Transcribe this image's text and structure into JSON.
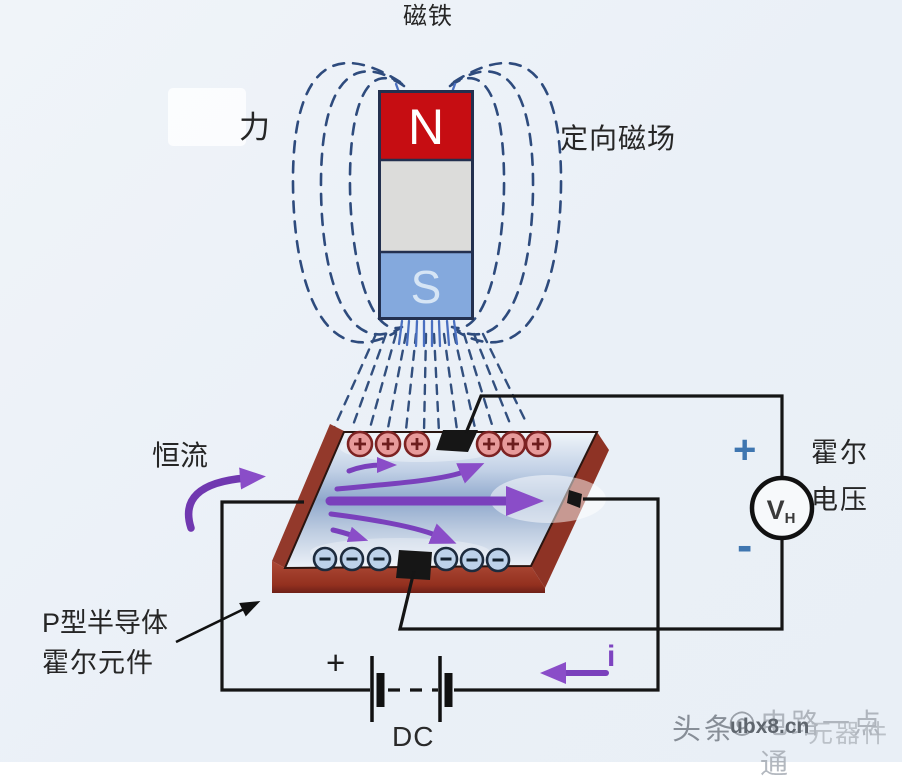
{
  "labels": {
    "magnet": "磁铁",
    "force": "力",
    "directional_field": "定向磁场",
    "constant_current": "恒流",
    "hall_voltage_line1": "霍尔",
    "hall_voltage_line2": "电压",
    "semiconductor_line1": "P型半导体",
    "semiconductor_line2": "霍尔元件",
    "dc_supply": "DC",
    "current_symbol": "i",
    "voltage_plus": "+",
    "voltage_minus": "-",
    "battery_plus": "+"
  },
  "magnet": {
    "north_pole": "N",
    "south_pole": "S"
  },
  "meter": {
    "symbol": "V",
    "subscript": "H"
  },
  "watermark": {
    "prefix": "头条",
    "logo": "◎",
    "site": "ubx8.cn",
    "name": "电路一点通",
    "ghost": "元器件"
  },
  "colors": {
    "background": "#edf2f8",
    "magnet_north": "#c60d12",
    "magnet_middle": "#dcdcda",
    "magnet_south": "#84a9dd",
    "field_line": "#2e4b7d",
    "field_beam": "#4a6fc0",
    "plate_front": "#a2402f",
    "plate_side": "#8e3325",
    "wire": "#151515",
    "purple_arrow": "#7d44c0",
    "plus_charge_fill": "#e79a9a",
    "plus_charge_border": "#7c2222",
    "minus_charge_fill": "#bdd2ea",
    "minus_charge_border": "#1d2b3d",
    "blue_symbol": "#3f76b0",
    "watermark_gray": "#8e959e"
  }
}
